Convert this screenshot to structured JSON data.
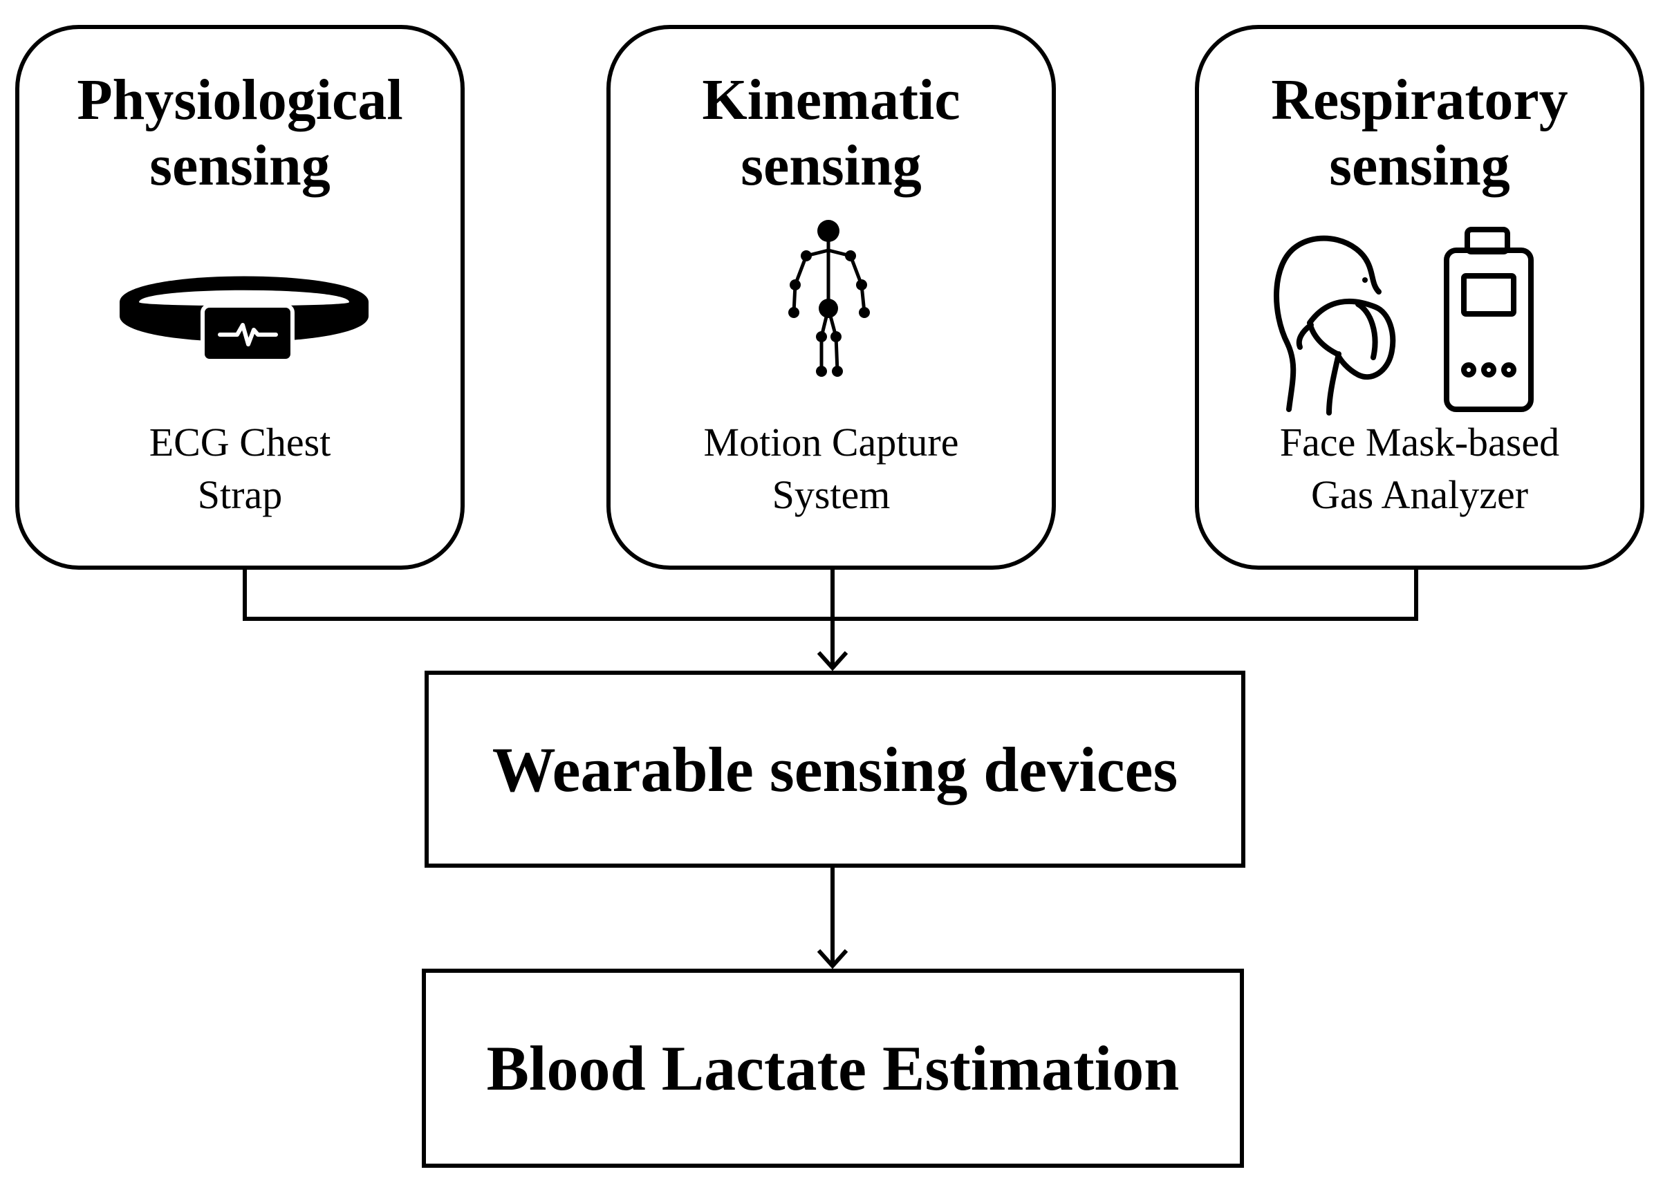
{
  "sensing_categories": [
    {
      "title": "Physiological\nsensing",
      "caption": "ECG Chest\nStrap",
      "icon": "ecg-chest-strap-icon"
    },
    {
      "title": "Kinematic\nsensing",
      "caption": "Motion Capture\nSystem",
      "icon": "stick-figure-icon"
    },
    {
      "title": "Respiratory\nsensing",
      "caption": "Face Mask-based\nGas Analyzer",
      "icon": "face-mask-gas-analyzer-icon"
    }
  ],
  "wearable_box": {
    "label": "Wearable sensing devices"
  },
  "output_box": {
    "label": "Blood Lactate Estimation"
  },
  "colors": {
    "stroke": "#000000",
    "background": "#ffffff"
  }
}
